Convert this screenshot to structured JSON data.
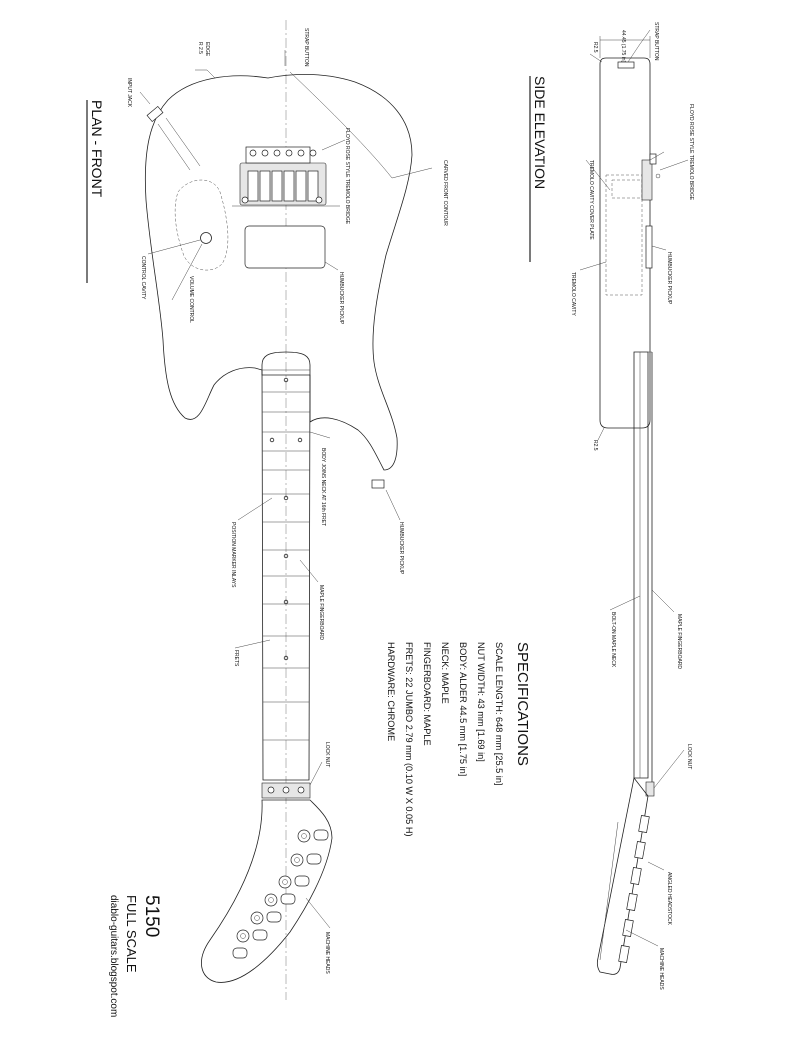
{
  "views": {
    "plan_title": "PLAN - FRONT",
    "side_title": "SIDE ELEVATION"
  },
  "plan_labels": {
    "edge": "EDGE",
    "edge_radius": "R 2.5",
    "strap_button": "STRAP BUTTON",
    "input_jack": "INPUT JACK",
    "floyd_rose": "FLOYD ROSE STYLE TREMOLO BRIDGE",
    "carved_contour": "CARVED FRONT CONTOUR",
    "control_cavity": "CONTROL CAVITY",
    "volume_control": "VOLUME CONTROL",
    "humbucker_bridge": "HUMBUCKER PICKUP",
    "body_joins": "BODY JOINS NECK AT 16th FRET",
    "humbucker_neck": "HUMBUCKER PICKUP",
    "position_markers": "POSITION MARKER INLAYS",
    "maple_fingerboard": "MAPLE FINGERBOARD",
    "frets": "FRETS",
    "lock_nut": "LOCK NUT",
    "machine_heads": "MACHINE HEADS"
  },
  "side_labels": {
    "strap_button": "STRAP BUTTON",
    "dimension": "44.45 (1.75 in)",
    "radius_top": "R2.5",
    "floyd_rose": "FLOYD ROSE STYLE TREMOLO BRIDGE",
    "tremolo_cover": "TREMOLO CAVITY COVER PLATE",
    "humbucker": "HUMBUCKER PICKUP",
    "tremolo_cavity": "TREMOLO CAVITY",
    "radius_bottom": "R2.5",
    "maple_fingerboard": "MAPLE FINGERBOARD",
    "bolt_on": "BOLT-ON MAPLE NECK",
    "lock_nut": "LOCK NUT",
    "angled_headstock": "ANGLED HEADSTOCK",
    "machine_heads": "MACHINE HEADS"
  },
  "specs": {
    "heading": "SPECIFICATIONS",
    "lines": [
      "SCALE LENGTH:  648 mm [25.5 in]",
      "NUT WIDTH:  43 mm [1.69 in]",
      "BODY:  ALDER  44.5 mm  [1.75 in]",
      "NECK:  MAPLE",
      "FINGERBOARD:  MAPLE",
      "FRETS:  22   JUMBO  2.79 mm (0.10 W X 0.05 H)",
      "HARDWARE:  CHROME"
    ]
  },
  "title_block": {
    "model": "5150",
    "scale": "FULL SCALE",
    "site": "diablo-guitars.blogspot.com"
  }
}
